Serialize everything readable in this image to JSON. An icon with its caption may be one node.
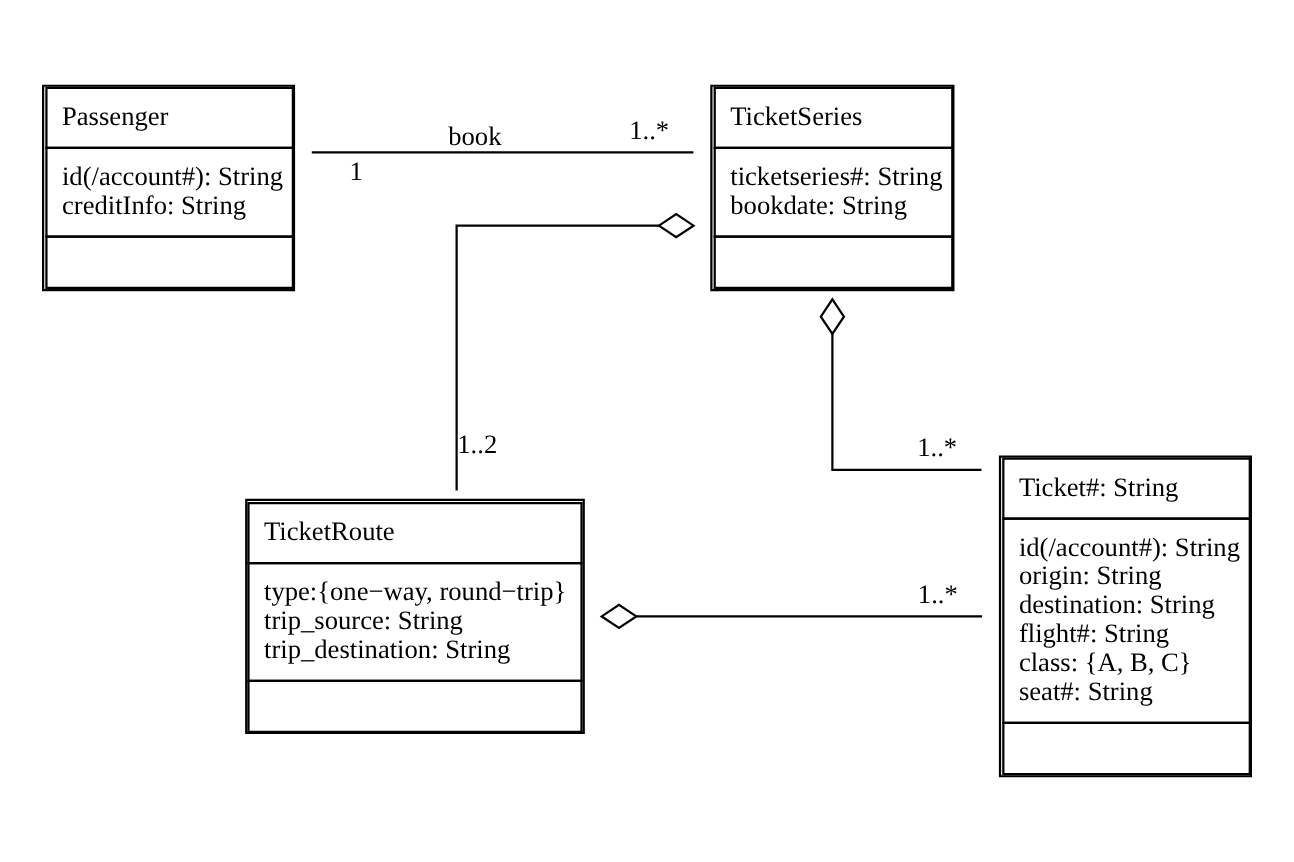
{
  "diagram": {
    "nodes": [
      {
        "text": [
          "Passenger",
          "id(/account#): String",
          "creditInfo: String"
        ]
      },
      {
        "text": [
          "TicketSeries",
          "ticketseries#: String",
          "bookdate: String"
        ]
      },
      {
        "text": [
          "TicketRoute",
          "type:{one−way, round−trip}",
          "trip_source: String",
          "trip_destination: String"
        ]
      },
      {
        "text": [
          "Ticket#: String",
          "id(/account#): String",
          "origin: String",
          "destination: String",
          "flight#: String",
          "class: {A, B, C}",
          "seat#: String"
        ]
      }
    ],
    "edges": [
      {
        "from": 0,
        "to": 1,
        "arrow": "none",
        "label": "book"
      },
      {
        "from": 1,
        "to": 2,
        "arrow": "other"
      },
      {
        "from": 1,
        "to": 3,
        "arrow": "other"
      },
      {
        "from": 2,
        "to": 3,
        "arrow": "other"
      }
    ],
    "labels": [
      "1",
      "1..*",
      "1..*",
      "1..2",
      "1..*"
    ]
  }
}
